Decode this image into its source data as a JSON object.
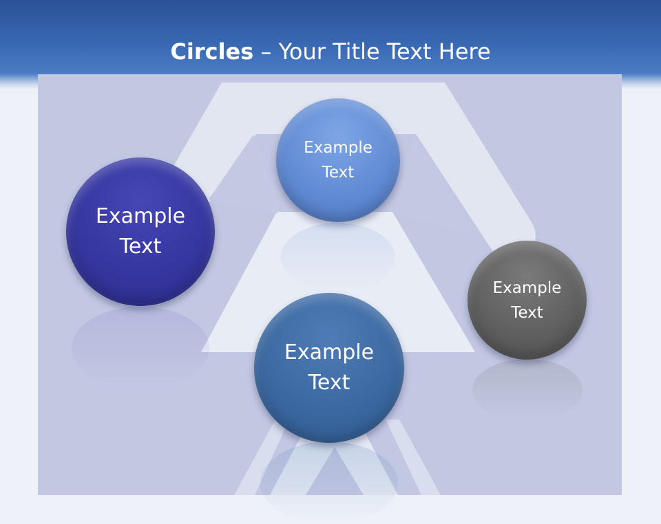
{
  "title": {
    "bold_part": "Circles",
    "rest": " – Your Title Text Here"
  },
  "circles": {
    "left": {
      "line1": "Example",
      "line2": "Text",
      "color": "#3a3aa6"
    },
    "top": {
      "line1": "Example",
      "line2": "Text",
      "color": "#6690d6"
    },
    "bottom": {
      "line1": "Example",
      "line2": "Text",
      "color": "#3a6aa2"
    },
    "right": {
      "line1": "Example",
      "line2": "Text",
      "color": "#606060"
    }
  },
  "colors": {
    "header": "#3766b0",
    "panel": "#c2c7e2",
    "arrow": "#e6ebf4"
  }
}
